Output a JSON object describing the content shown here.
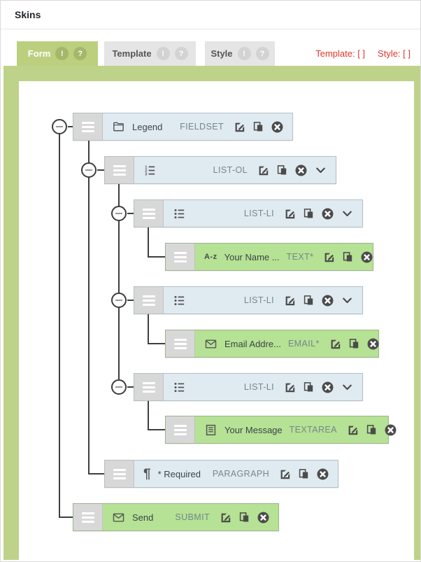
{
  "window": {
    "title": "Skins"
  },
  "tabs": [
    {
      "label": "Form",
      "badge_alert": "!",
      "badge_help": "?",
      "active": true
    },
    {
      "label": "Template",
      "badge_alert": "!",
      "badge_help": "?",
      "active": false
    },
    {
      "label": "Style",
      "badge_alert": "!",
      "badge_help": "?",
      "active": false
    }
  ],
  "status": {
    "template": "Template: [  ]",
    "style": "Style: [  ]"
  },
  "colors": {
    "tab_active_green": "#bccf7f",
    "frame_green": "#bfd28a",
    "row_green": "#b5e294",
    "row_blue": "#e0ebf1",
    "handle_gray": "#d8d8d8",
    "alert_red": "#e0362b"
  },
  "icons": {
    "drag": "hamburger-icon",
    "collapse_toggle": "minus-circle-icon",
    "edit": "edit-icon",
    "copy": "copy-icon",
    "delete": "x-circle-icon",
    "expand": "chevron-down-icon"
  },
  "tree": {
    "nodes": [
      {
        "icon": "folder-icon",
        "title": "Legend",
        "type": "FIELDSET"
      },
      {
        "icon": "ordered-list-icon",
        "title": "",
        "type": "LIST-OL"
      },
      {
        "icon": "unordered-list-icon",
        "title": "",
        "type": "LIST-LI"
      },
      {
        "icon": "text-field-icon",
        "glyph": "A-z",
        "title": "Your Name ...",
        "type": "TEXT*"
      },
      {
        "icon": "unordered-list-icon",
        "title": "",
        "type": "LIST-LI"
      },
      {
        "icon": "email-icon",
        "title": "Email Addre...",
        "type": "EMAIL*"
      },
      {
        "icon": "unordered-list-icon",
        "title": "",
        "type": "LIST-LI"
      },
      {
        "icon": "textarea-icon",
        "title": "Your Message",
        "type": "TEXTAREA"
      },
      {
        "icon": "pilcrow-icon",
        "glyph": "¶",
        "title": "* Required",
        "type": "PARAGRAPH"
      },
      {
        "icon": "send-icon",
        "title": "Send",
        "type": "SUBMIT"
      }
    ]
  }
}
